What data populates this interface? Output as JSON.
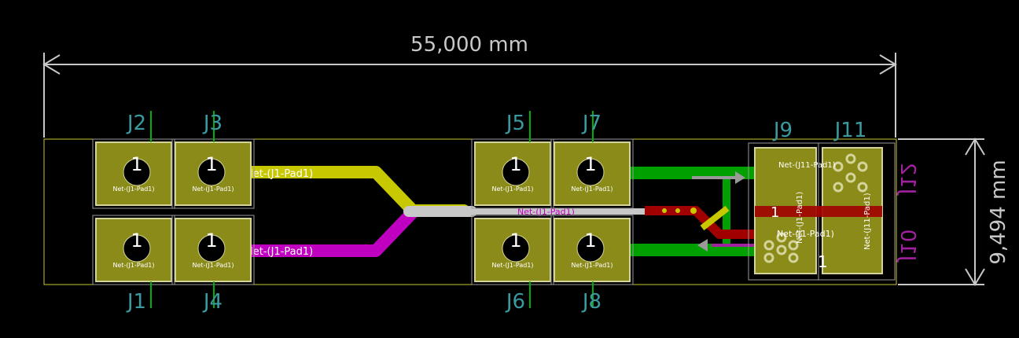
{
  "board": {
    "width_dimension": "55,000 mm",
    "height_dimension": "9,494 mm",
    "colors": {
      "background": "#000000",
      "outline": "#c8c832",
      "pad_fill": "#8b8b1a",
      "pad_border": "#d4d49a",
      "courtyard": "#9a9a9a",
      "dimension": "#c8c8c8",
      "ref_label": "#3a9aa0",
      "back_ref_label": "#a020a0",
      "track_yellow": "#c8c800",
      "track_magenta": "#c000c0",
      "track_grey": "#c8c8c8",
      "track_green": "#00a000",
      "track_red": "#a00000",
      "silk_green": "#00b000"
    }
  },
  "connectors": [
    {
      "ref": "J2",
      "pad_number": "1",
      "net_label": "Net-(J1-Pad1)"
    },
    {
      "ref": "J3",
      "pad_number": "1",
      "net_label": "Net-(J1-Pad1)"
    },
    {
      "ref": "J1",
      "pad_number": "1",
      "net_label": "Net-(J1-Pad1)"
    },
    {
      "ref": "J4",
      "pad_number": "1",
      "net_label": "Net-(J1-Pad1)"
    },
    {
      "ref": "J5",
      "pad_number": "1",
      "net_label": "Net-(J1-Pad1)"
    },
    {
      "ref": "J7",
      "pad_number": "1",
      "net_label": "Net-(J1-Pad1)"
    },
    {
      "ref": "J6",
      "pad_number": "1",
      "net_label": "Net-(J1-Pad1)"
    },
    {
      "ref": "J8",
      "pad_number": "1",
      "net_label": "Net-(J1-Pad1)"
    }
  ],
  "edge_connectors": {
    "j9": "J9",
    "j11": "J11",
    "j12_back": "J12",
    "j10_back": "J10",
    "net_top": "Net-(J11-Pad1)",
    "net_bottom": "Net-(J1-Pad1)",
    "net_j9_vertical": "Net-(J1-Pad1)",
    "net_j11_vertical": "Net-(J11-Pad1)",
    "pad_number": "1"
  },
  "tracks": {
    "top_net": "Net-(J1-Pad1)",
    "bottom_net": "Net-(J1-Pad1)",
    "center_net": "Net-(J1-Pad1)"
  }
}
